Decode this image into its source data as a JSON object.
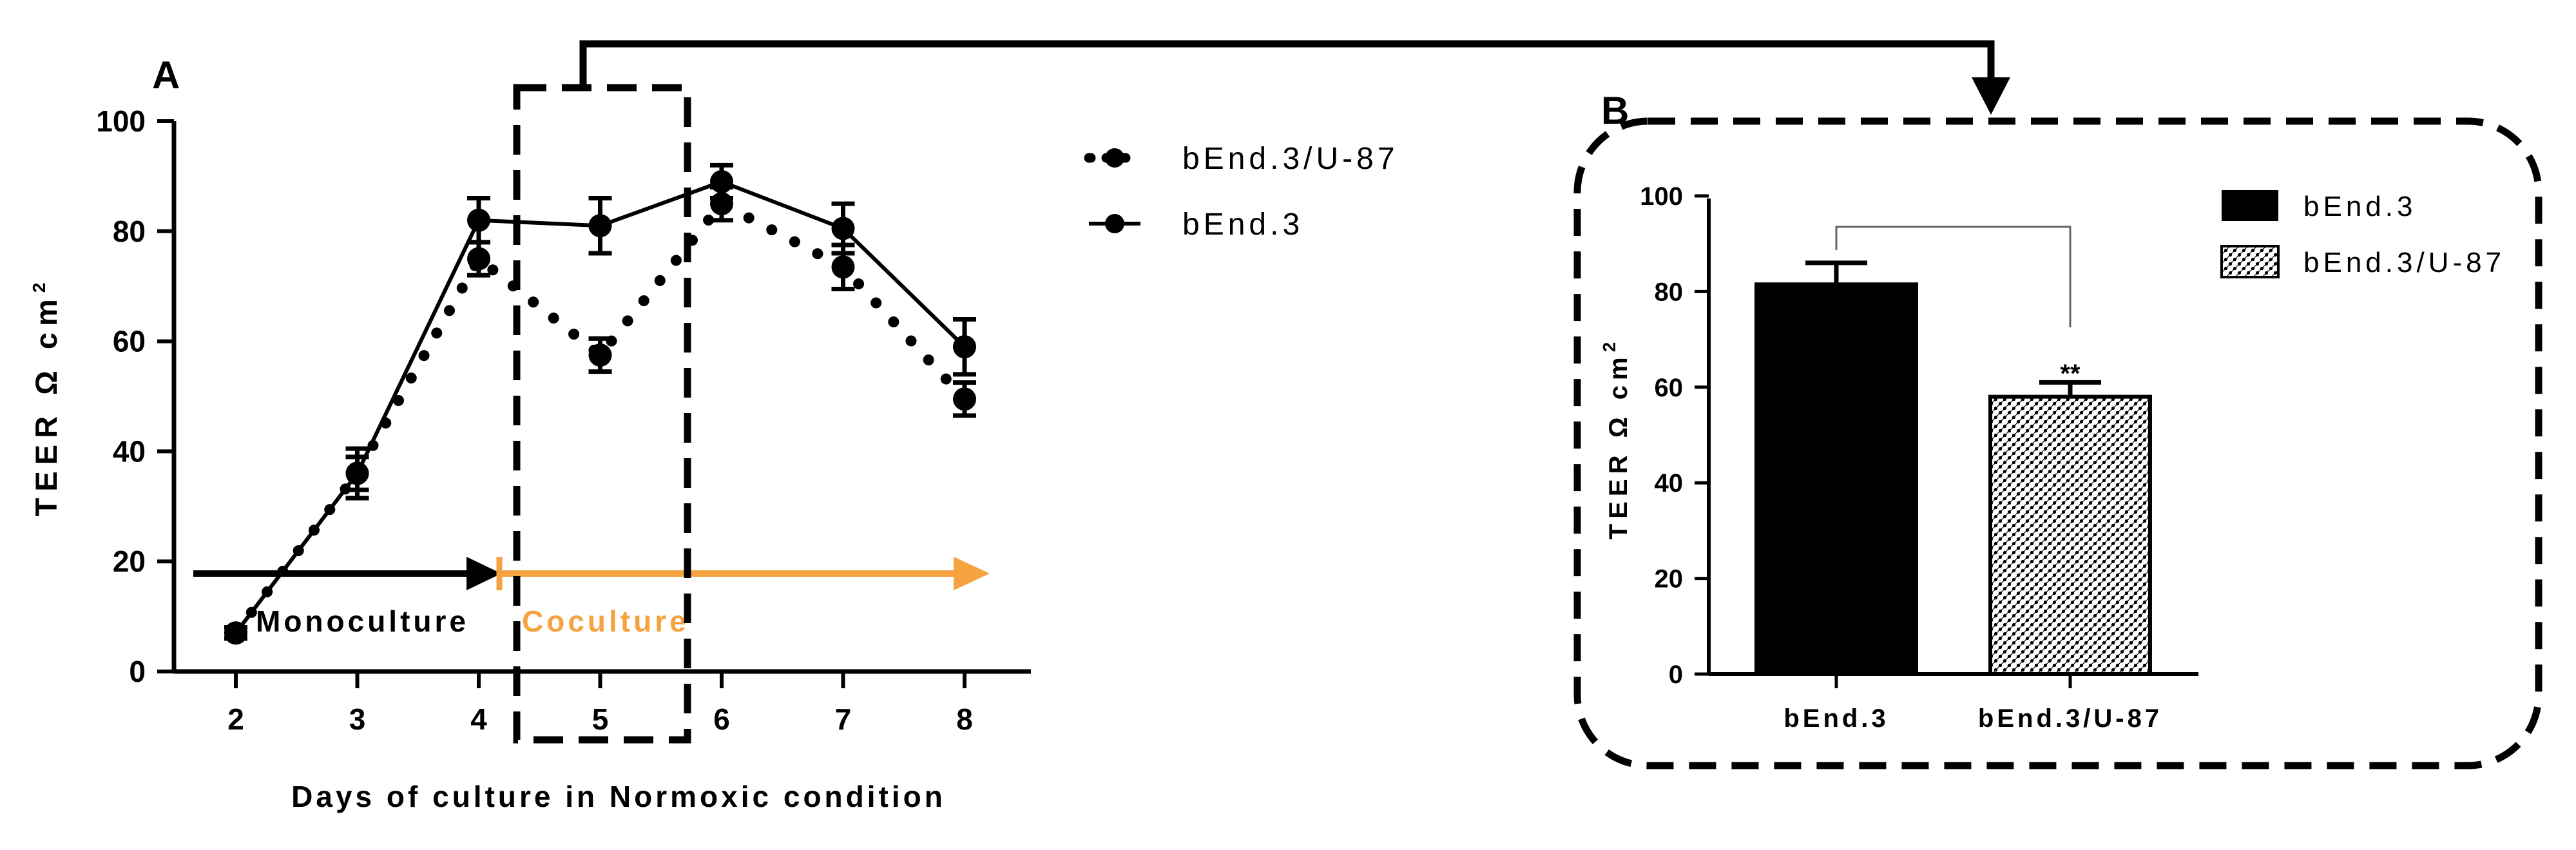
{
  "panels": {
    "a": {
      "label": "A"
    },
    "b": {
      "label": "B"
    }
  },
  "legend_a": {
    "entries": [
      "bEnd.3/U-87",
      "bEnd.3"
    ]
  },
  "legend_b": {
    "entries": [
      "bEnd.3",
      "bEnd.3/U-87"
    ]
  },
  "annotations": {
    "monoculture": "Monoculture",
    "coculture": "Coculture",
    "significance": "**"
  },
  "colors": {
    "coculture_accent": "#f5a340",
    "ink": "#000000",
    "bracket": "#666666"
  },
  "chart_data": [
    {
      "type": "line",
      "title": "",
      "xlabel": "Days of culture in Normoxic condition",
      "ylabel": "TEER Ω cm²",
      "xlim": [
        1.5,
        8.5
      ],
      "ylim": [
        0,
        100
      ],
      "x_ticks": [
        2,
        3,
        4,
        5,
        6,
        7,
        8
      ],
      "y_ticks": [
        0,
        20,
        40,
        60,
        80,
        100
      ],
      "grid": false,
      "legend_position": "right",
      "series": [
        {
          "name": "bEnd.3/U-87",
          "style": "dotted",
          "x": [
            2,
            3,
            4,
            5,
            6,
            7,
            8
          ],
          "y": [
            7,
            36,
            75,
            57.5,
            85,
            73.5,
            49.5
          ],
          "err": [
            1,
            3,
            3,
            3,
            3,
            4,
            3
          ]
        },
        {
          "name": "bEnd.3",
          "style": "solid",
          "x": [
            2,
            3,
            4,
            5,
            6,
            7,
            8
          ],
          "y": [
            7,
            36,
            82,
            81,
            89,
            80.5,
            59
          ],
          "err": [
            1,
            4.5,
            4,
            5,
            3,
            4.5,
            5
          ]
        }
      ]
    },
    {
      "type": "bar",
      "title": "",
      "xlabel": "",
      "ylabel": "TEER Ω cm²",
      "categories": [
        "bEnd.3",
        "bEnd.3/U-87"
      ],
      "values": [
        81.5,
        58
      ],
      "errors": [
        4.5,
        3
      ],
      "ylim": [
        0,
        100
      ],
      "y_ticks": [
        0,
        20,
        40,
        60,
        80,
        100
      ],
      "grid": false,
      "legend_position": "top-right",
      "patterns": [
        "solid",
        "dotted"
      ]
    }
  ]
}
